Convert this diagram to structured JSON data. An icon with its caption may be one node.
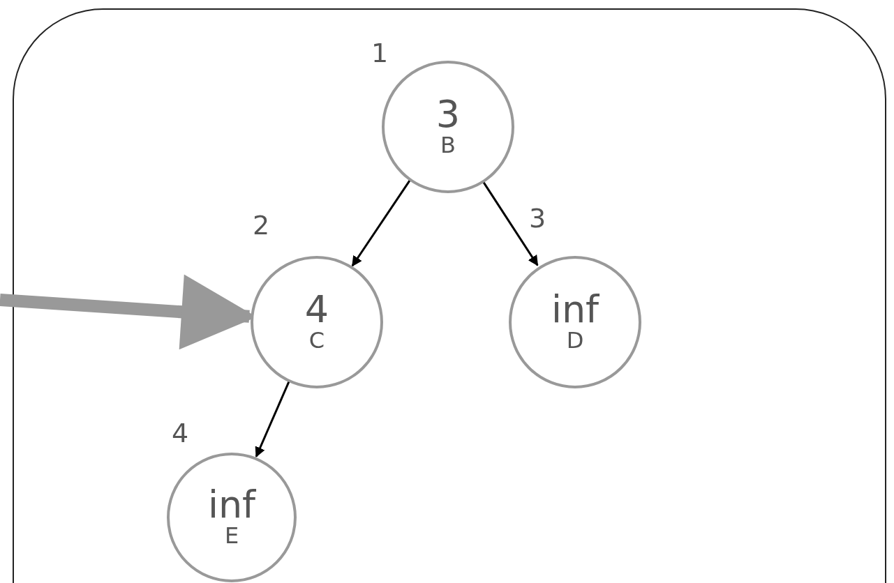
{
  "diagram": {
    "nodes": [
      {
        "text": [],
        "shape": "box"
      },
      {
        "text": [
          "3",
          "B"
        ],
        "beside": [
          "1"
        ],
        "in": 0
      },
      {
        "text": [
          "4",
          "C"
        ],
        "beside": [
          "2"
        ],
        "in": 0
      },
      {
        "text": [
          "inf",
          "D"
        ],
        "beside": [
          "3"
        ],
        "in": 0
      },
      {
        "text": [
          "inf",
          "E"
        ],
        "beside": [
          "4"
        ],
        "in": 0
      }
    ],
    "edges": [
      {
        "from": 1,
        "to": 2,
        "arrow": "to"
      },
      {
        "from": 1,
        "to": 3,
        "arrow": "to"
      },
      {
        "from": 2,
        "to": 4,
        "arrow": "to"
      },
      {
        "from": null,
        "to": 2,
        "arrow": "to",
        "style": "thick",
        "color": "#999999"
      }
    ]
  }
}
